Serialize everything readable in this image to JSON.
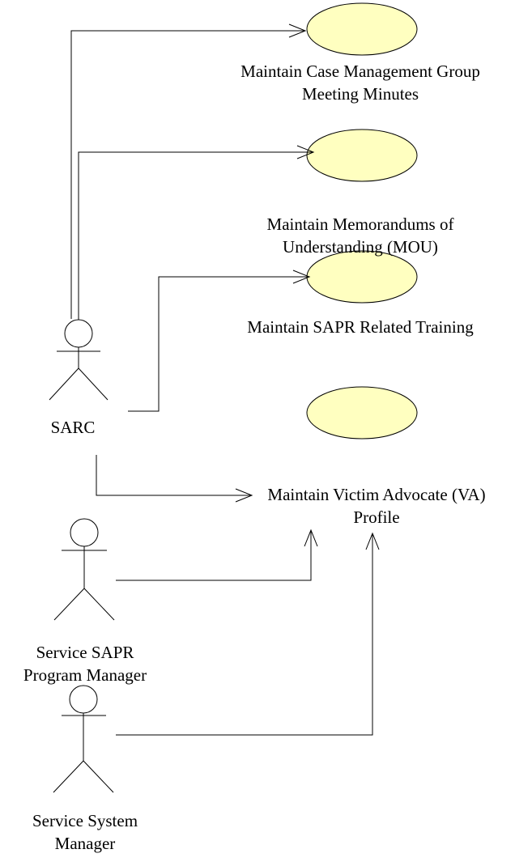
{
  "colors": {
    "usecase_fill": "#ffffc0",
    "stroke": "#000000",
    "background": "#ffffff"
  },
  "actors": [
    {
      "id": "sarc",
      "label_lines": [
        "SARC"
      ]
    },
    {
      "id": "service-sapr-program-manager",
      "label_lines": [
        "Service SAPR",
        "Program Manager"
      ]
    },
    {
      "id": "service-system-manager",
      "label_lines": [
        "Service System",
        "Manager"
      ]
    }
  ],
  "use_cases": [
    {
      "id": "case-management-minutes",
      "label_lines": [
        "Maintain Case Management Group",
        "Meeting Minutes"
      ]
    },
    {
      "id": "mou",
      "label_lines": [
        "Maintain Memorandums of",
        "Understanding (MOU)"
      ]
    },
    {
      "id": "sapr-training",
      "label_lines": [
        "Maintain SAPR Related Training"
      ]
    },
    {
      "id": "va-profile",
      "label_lines": [
        "Maintain Victim Advocate (VA)",
        "Profile"
      ]
    }
  ],
  "associations": [
    {
      "from": "sarc",
      "to": "case-management-minutes"
    },
    {
      "from": "sarc",
      "to": "mou"
    },
    {
      "from": "sarc",
      "to": "sapr-training"
    },
    {
      "from": "sarc",
      "to": "va-profile"
    },
    {
      "from": "service-sapr-program-manager",
      "to": "va-profile"
    },
    {
      "from": "service-system-manager",
      "to": "va-profile"
    }
  ]
}
